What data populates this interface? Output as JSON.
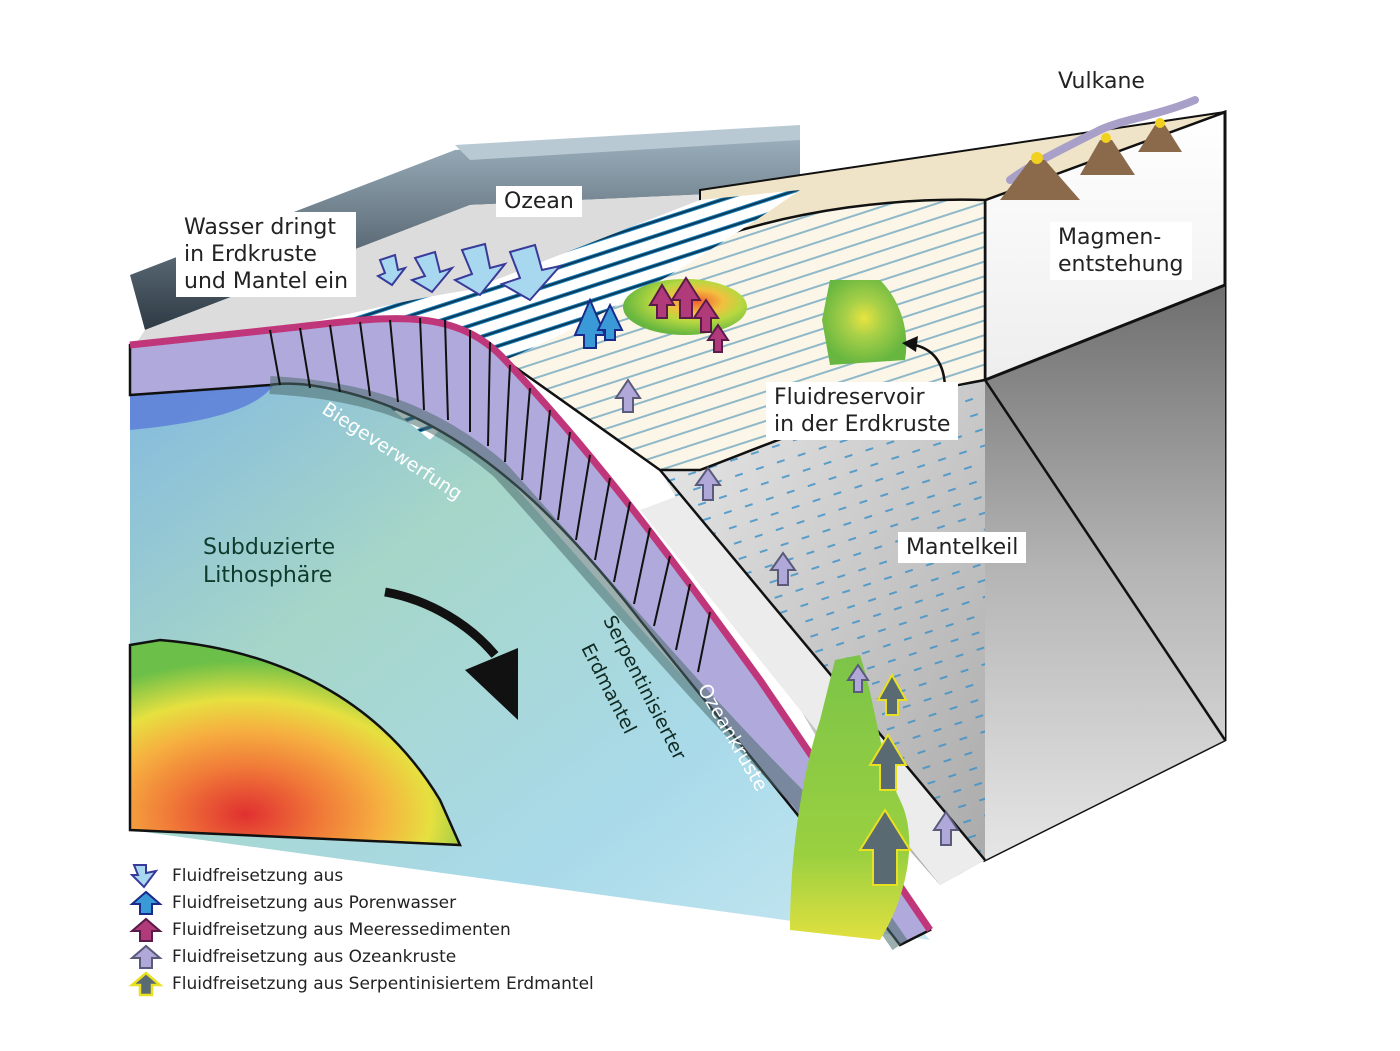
{
  "title": "Subduktionszone: Fluidfreisetzung und Magmenentstehung",
  "labels": {
    "vulkane": "Vulkane",
    "ozean": "Ozean",
    "wasser_line1": "Wasser dringt",
    "wasser_line2": "in Erdkruste",
    "wasser_line3": "und Mantel ein",
    "magmen_line1": "Magmen-",
    "magmen_line2": "entstehung",
    "fluidreservoir_line1": "Fluidreservoir",
    "fluidreservoir_line2": "in der Erdkruste",
    "mantelkeil": "Mantelkeil",
    "biegeverwerfung": "Biegeverwerfung",
    "subduzierte_line1": "Subduzierte",
    "subduzierte_line2": "Lithosphäre",
    "serpentinisierter": "Serpentinisierter",
    "erdmantel": "Erdmantel",
    "ozeankruste": "Ozeankruste"
  },
  "legend": [
    {
      "icon": "arrow-down-icon",
      "label": "Fluidfreisetzung aus",
      "fill": "#a8d8f0",
      "stroke": "#3a3a9a"
    },
    {
      "icon": "arrow-up-icon",
      "label": "Fluidfreisetzung aus Porenwasser",
      "fill": "#3a9ad8",
      "stroke": "#1a2a8a"
    },
    {
      "icon": "arrow-up-icon",
      "label": "Fluidfreisetzung aus Meeressedimenten",
      "fill": "#b03a7a",
      "stroke": "#5a1a4a"
    },
    {
      "icon": "arrow-up-icon",
      "label": "Fluidfreisetzung aus Ozeankruste",
      "fill": "#b0a8d8",
      "stroke": "#5a5a7a"
    },
    {
      "icon": "arrow-up-icon",
      "label": "Fluidfreisetzung aus Serpentinisiertem Erdmantel",
      "fill": "#5a6a72",
      "stroke": "#e8e020"
    }
  ],
  "colors": {
    "ocean_crust": "#b0aadc",
    "sediment": "#c0367a",
    "mantle_wedge": "#c8c8c8",
    "overriding_plate": "#f5ecd8",
    "water_arrow": "#a8d8f0",
    "serpentinite_arrow": "#5a6a72"
  }
}
